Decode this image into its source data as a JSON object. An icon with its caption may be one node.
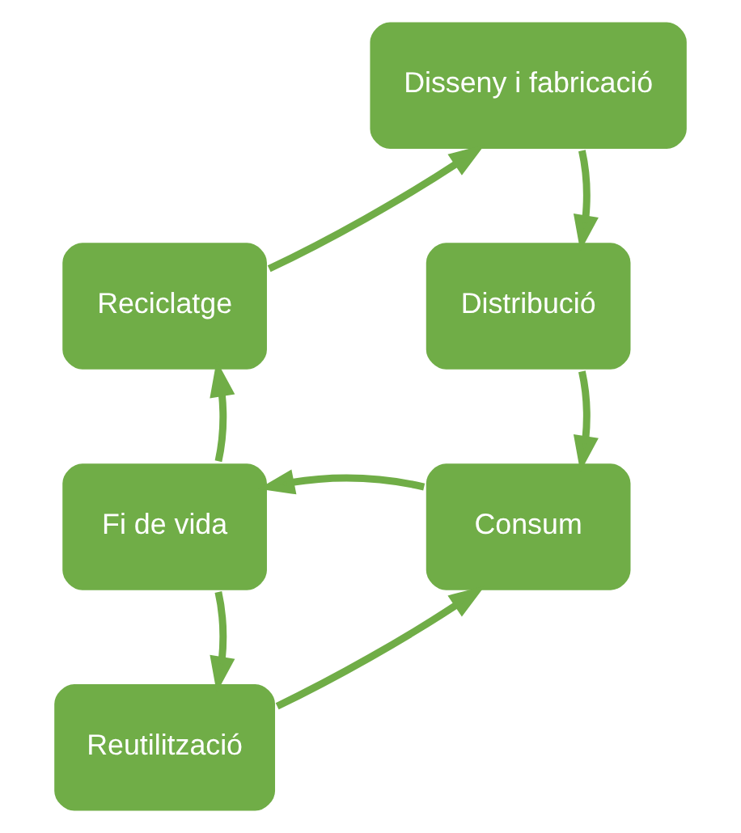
{
  "diagram": {
    "nodes": [
      {
        "text": [
          "Disseny i fabricació"
        ]
      },
      {
        "text": [
          "Distribució"
        ]
      },
      {
        "text": [
          "Consum"
        ]
      },
      {
        "text": [
          "Fi de vida"
        ]
      },
      {
        "text": [
          "Reutilització"
        ]
      },
      {
        "text": [
          "Reciclatge"
        ]
      }
    ],
    "edges": [
      {
        "from": 0,
        "to": 1,
        "arrow": "to"
      },
      {
        "from": 1,
        "to": 2,
        "arrow": "to"
      },
      {
        "from": 2,
        "to": 3,
        "arrow": "to"
      },
      {
        "from": 3,
        "to": 4,
        "arrow": "to"
      },
      {
        "from": 4,
        "to": 2,
        "arrow": "to"
      },
      {
        "from": 3,
        "to": 5,
        "arrow": "to"
      },
      {
        "from": 5,
        "to": 0,
        "arrow": "to"
      }
    ]
  }
}
